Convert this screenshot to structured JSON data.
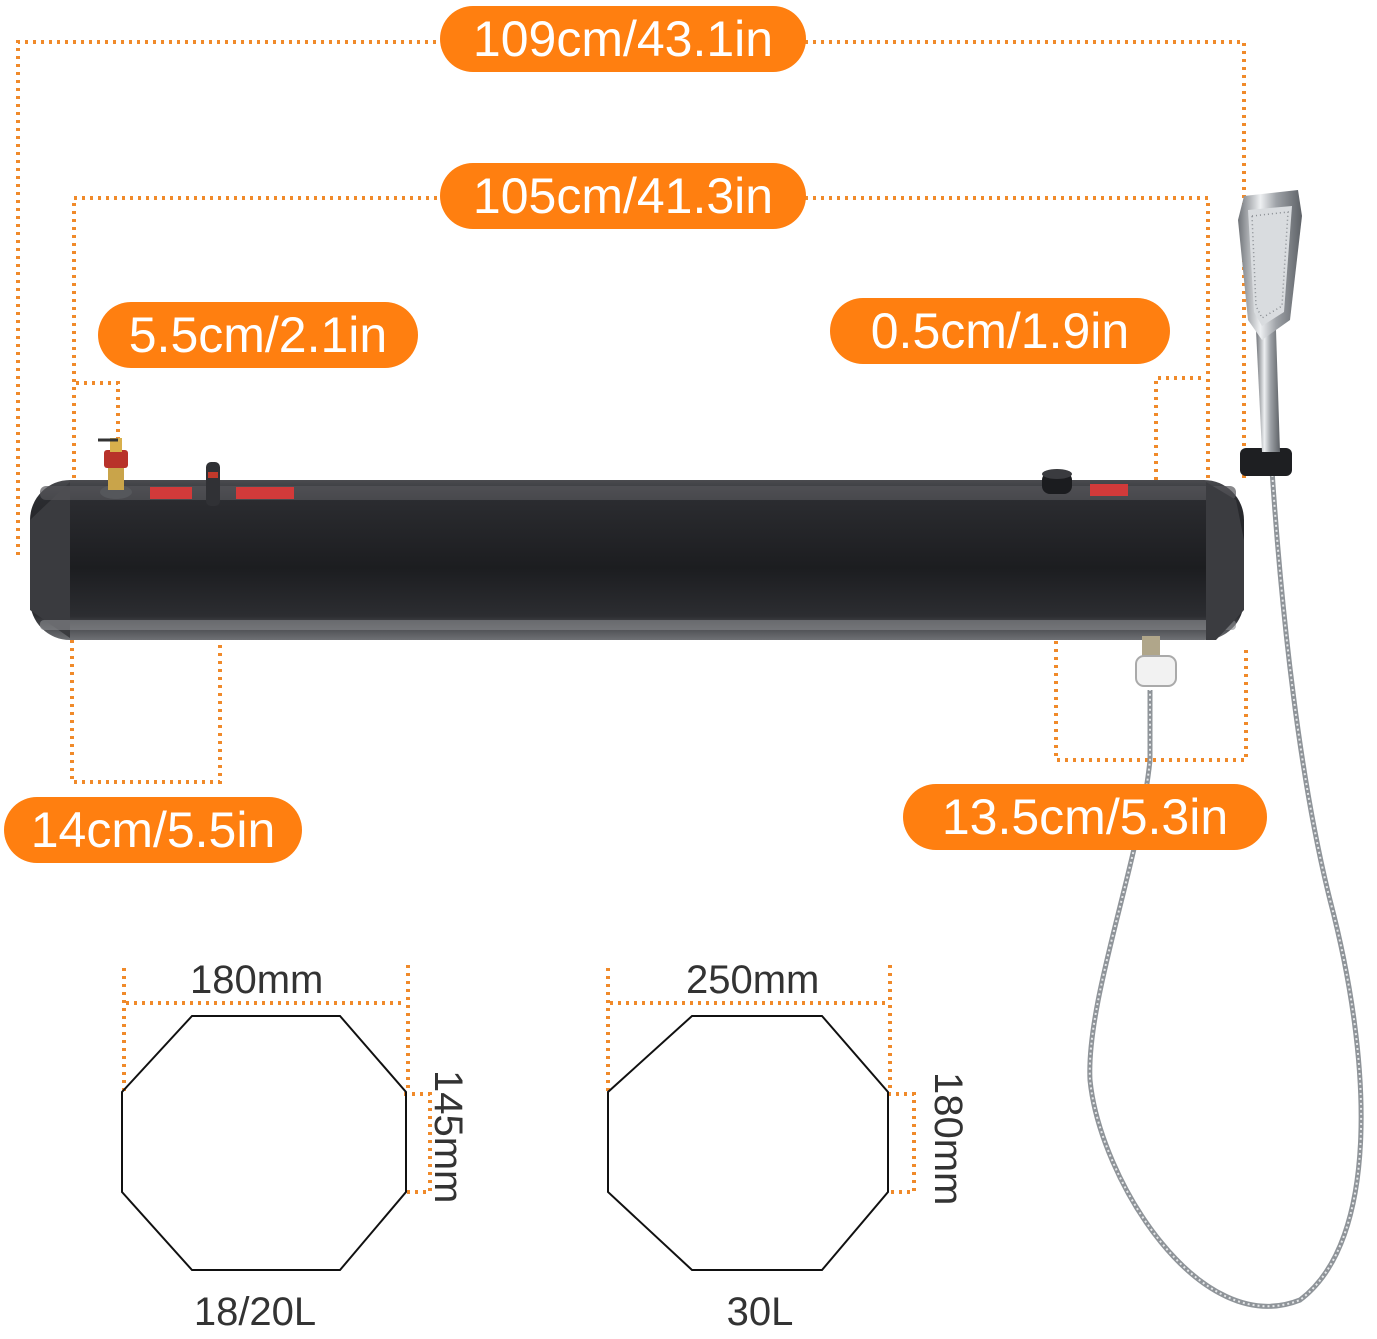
{
  "dimensions": {
    "overall_length": "109cm/43.1in",
    "tank_length": "105cm/41.3in",
    "left_fitting": "5.5cm/2.1in",
    "right_fitting": "0.5cm/1.9in",
    "left_end_height": "14cm/5.5in",
    "right_end_height": "13.5cm/5.3in"
  },
  "cross_sections": [
    {
      "width": "180mm",
      "height": "145mm",
      "capacity": "18/20L"
    },
    {
      "width": "250mm",
      "height": "180mm",
      "capacity": "30L"
    }
  ],
  "colors": {
    "accent": "#ff7f10",
    "dotted_line": "#f08a2a",
    "tank_body": "#26272a",
    "shower_chrome": "#b8bcc0"
  },
  "icons": [
    "shower-head-icon",
    "pressure-valve-icon",
    "air-vent-icon",
    "drain-knob-icon",
    "shower-hose-icon"
  ]
}
